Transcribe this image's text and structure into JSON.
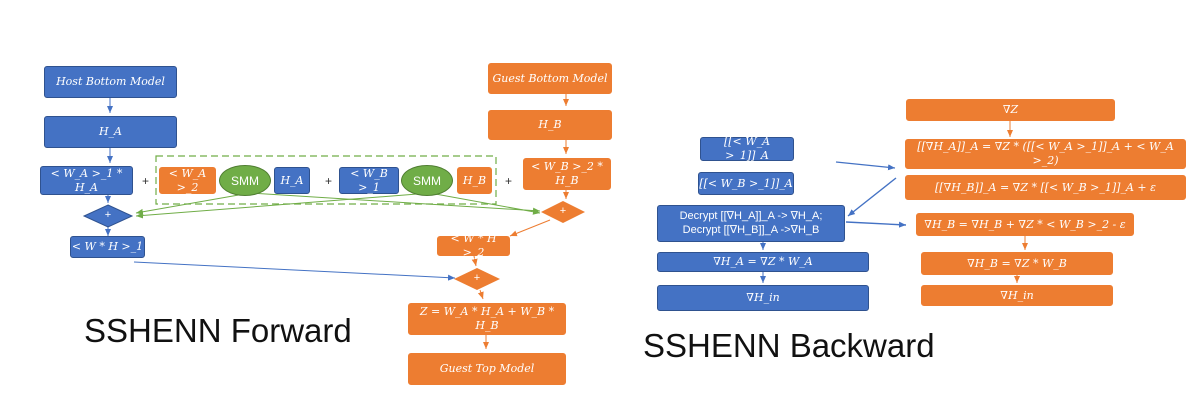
{
  "forward": {
    "title": "SSHENN Forward",
    "host_bottom_model": "Host Bottom Model",
    "h_a": "H_A",
    "wa1_ha": "< W_A >_1 * H_A",
    "wa2": "< W_A >_2",
    "smm_1": "SMM",
    "h_a_small": "H_A",
    "wb1": "< W_B >_1",
    "smm_2": "SMM",
    "h_b_small": "H_B",
    "w_h_1": "< W * H >_1",
    "guest_bottom_model": "Guest Bottom Model",
    "h_b": "H_B",
    "wb2_hb": "< W_B >_2 * H_B",
    "w_h_2": "< W * H >_2",
    "z_formula": "Z = W_A * H_A + W_B * H_B",
    "guest_top_model": "Guest Top Model",
    "plus_sign": "+",
    "diamond_plus": "+"
  },
  "backward": {
    "title": "SSHENN Backward",
    "enc_wa1": "[[< W_A >_1]]_A",
    "enc_wb1": "[[< W_B >_1]]_A",
    "decrypt_line1": "Decrypt [[∇H_A]]_A -> ∇H_A;",
    "decrypt_line2": "Decrypt [[∇H_B]]_A ->∇H_B",
    "grad_ha_blue": "∇H_A = ∇Z * W_A",
    "grad_hin_blue": "∇H_in",
    "grad_z": "∇Z",
    "enc_grad_ha": "[[∇H_A]]_A = ∇Z * ([[< W_A >_1]]_A + < W_A >_2)",
    "enc_grad_hb": "[[∇H_B]]_A = ∇Z * [[< W_B >_1]]_A + ε",
    "grad_hb_eps": "∇H_B = ∇H_B + ∇Z * < W_B >_2 - ε",
    "grad_hb_orange": "∇H_B = ∇Z * W_B",
    "grad_hin_orange": "∇H_in"
  },
  "colors": {
    "host_blue": "#4472c4",
    "guest_orange": "#ed7d31",
    "smm_green": "#70ad47",
    "dashed_green": "#70ad47"
  }
}
